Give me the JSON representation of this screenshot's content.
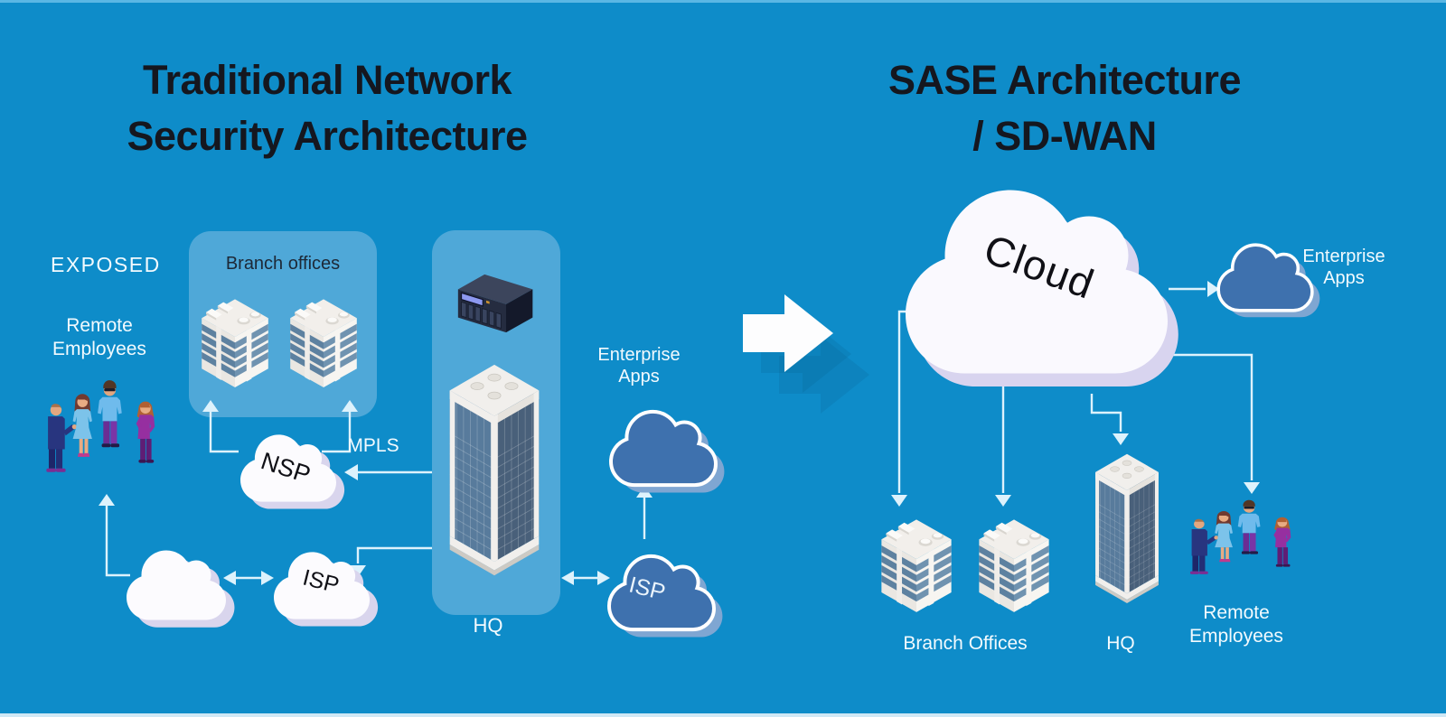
{
  "colors": {
    "background": "#0E8CC9",
    "panel_light_blue": "#4FA8D8",
    "title_text": "#15171F",
    "white_label_text": "#F2FAFE",
    "connector": "#DDF2FC",
    "white_cloud": "#FCFBFE",
    "white_cloud_depth": "#D9D5ED",
    "blue_cloud": "#3E71AE",
    "blue_cloud_depth": "#7FA6D2",
    "building_glass": "#587B9C"
  },
  "left_diagram": {
    "title_line1": "Traditional Network",
    "title_line2": "Security Architecture",
    "exposed_label": "EXPOSED",
    "remote_employees": {
      "line1": "Remote",
      "line2": "Employees"
    },
    "branch_offices_label": "Branch offices",
    "nsp_cloud_label": "NSP",
    "mpls_label": "MPLS",
    "isp_cloud_label": "ISP",
    "isp_blue_cloud_label": "ISP",
    "enterprise_apps": {
      "line1": "Enterprise",
      "line2": "Apps"
    },
    "hq_label": "HQ"
  },
  "right_diagram": {
    "title_line1": "SASE Architecture",
    "title_line2": "/ SD-WAN",
    "cloud_label": "Cloud",
    "enterprise_apps": {
      "line1": "Enterprise",
      "line2": "Apps"
    },
    "branch_offices_label": "Branch Offices",
    "hq_label": "HQ",
    "remote_employees": {
      "line1": "Remote",
      "line2": "Employees"
    }
  },
  "illustrations": [
    "people-group-icon",
    "branch-building-icon",
    "hq-tower-icon",
    "nas-server-icon",
    "white-cloud-icon",
    "blue-cloud-icon",
    "big-cloud-icon",
    "transform-arrow-icon",
    "connector-arrows"
  ]
}
